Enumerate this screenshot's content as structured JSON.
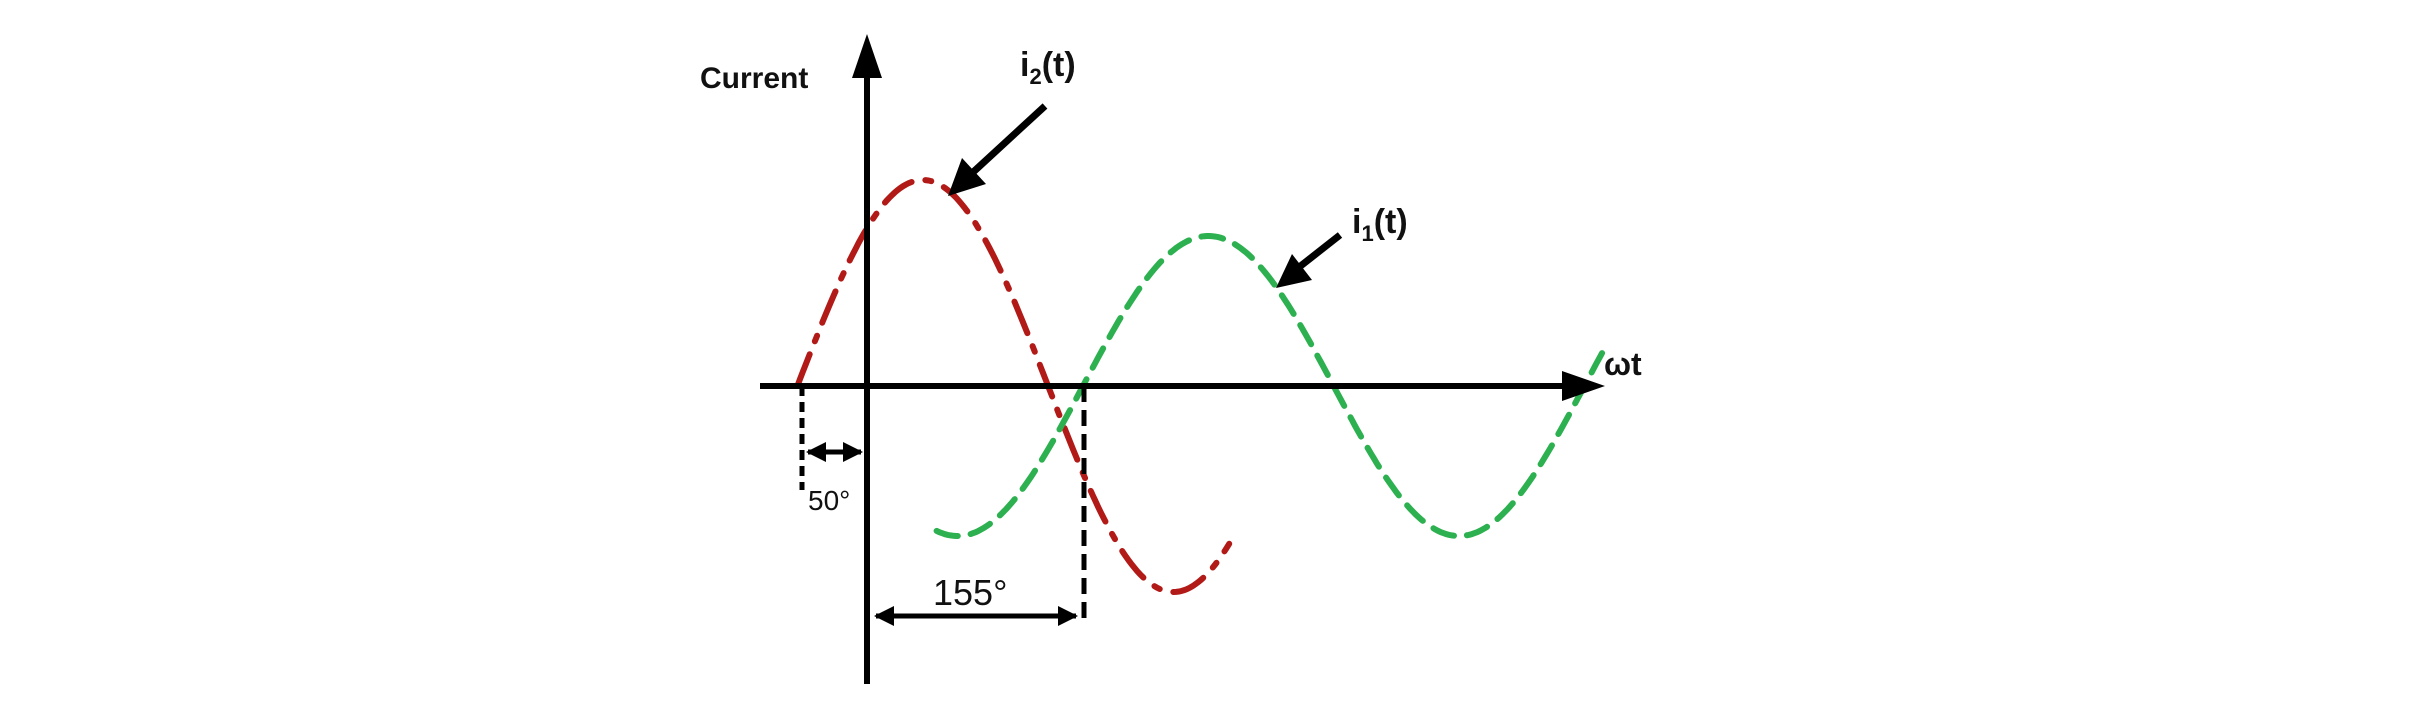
{
  "labels": {
    "y_axis": "Current",
    "x_axis": "ωt",
    "angle_small": "50°",
    "angle_large": "155°"
  },
  "curves": {
    "i1": {
      "name": "i",
      "subscript": "1",
      "suffix": "(t)",
      "color": "#2db04f",
      "style": "dashed",
      "phase_shift_deg": 155
    },
    "i2": {
      "name": "i",
      "subscript": "2",
      "suffix": "(t)",
      "color": "#b11a16",
      "style": "dash-dot",
      "phase_shift_deg": -50
    }
  },
  "colors": {
    "axes": "#000000",
    "text": "#111111"
  }
}
